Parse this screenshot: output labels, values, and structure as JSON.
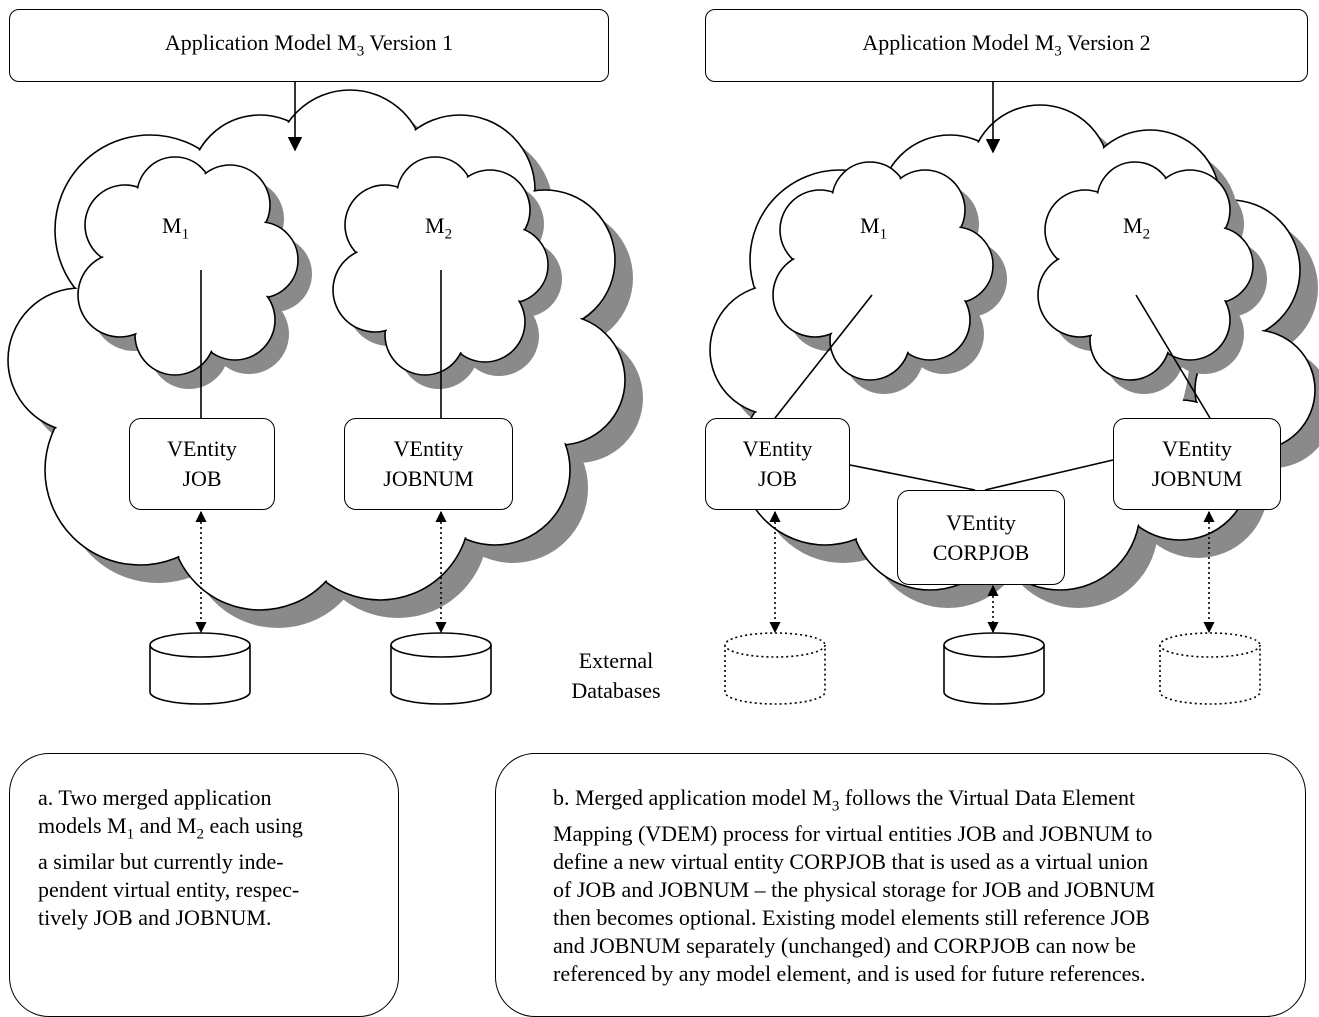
{
  "left": {
    "title": {
      "pre": "Application Model M",
      "sub": "3",
      "post": " Version 1"
    },
    "models": [
      {
        "name": "M",
        "sub": "1"
      },
      {
        "name": "M",
        "sub": "2"
      }
    ],
    "ventities": [
      {
        "line1": "VEntity",
        "line2": "JOB"
      },
      {
        "line1": "VEntity",
        "line2": "JOBNUM"
      }
    ],
    "caption": [
      {
        "t": "a. Two merged application"
      },
      {
        "t": "models M",
        "sub": "1",
        "t2": " and M",
        "sub2": "2",
        "t3": " each using"
      },
      {
        "t": "a similar but currently inde-"
      },
      {
        "t": "pendent virtual entity, respec-"
      },
      {
        "t": "tively JOB and JOBNUM."
      }
    ]
  },
  "right": {
    "title": {
      "pre": "Application Model M",
      "sub": "3",
      "post": " Version 2"
    },
    "models": [
      {
        "name": "M",
        "sub": "1"
      },
      {
        "name": "M",
        "sub": "2"
      }
    ],
    "ventities": [
      {
        "line1": "VEntity",
        "line2": "JOB"
      },
      {
        "line1": "VEntity",
        "line2": "CORPJOB"
      },
      {
        "line1": "VEntity",
        "line2": "JOBNUM"
      }
    ],
    "caption": [
      {
        "t": "b. Merged application model M",
        "sub": "3",
        "t2": " follows the Virtual Data Element"
      },
      {
        "t": "Mapping (VDEM) process for virtual entities JOB and JOBNUM to"
      },
      {
        "t": "define a new virtual entity CORPJOB that is used as a virtual union"
      },
      {
        "t": "of JOB and JOBNUM – the physical storage for JOB and JOBNUM"
      },
      {
        "t": "then becomes optional. Existing model elements still reference JOB"
      },
      {
        "t": "and JOBNUM separately (unchanged) and CORPJOB can now be"
      },
      {
        "t": "referenced by any model element, and is used for future references."
      }
    ]
  },
  "external_db_label": {
    "line1": "External",
    "line2": "Databases"
  }
}
